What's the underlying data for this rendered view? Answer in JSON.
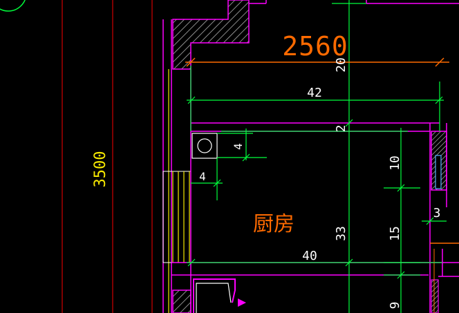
{
  "drawing": {
    "room_label": "厨房",
    "dimensions": {
      "overall_width": "2560",
      "wall_height": "3500",
      "top_offset": "20",
      "inner_width": "42",
      "gap": "2",
      "box_offset_v": "4",
      "box_offset_h": "4",
      "right_upper": "10",
      "right_lower": "15",
      "right_small": "3",
      "room_depth": "33",
      "room_width": "40",
      "bottom_right": "9"
    }
  },
  "colors": {
    "background": "#000000",
    "wall": "#d3369f",
    "wall_outline": "#ff00ff",
    "dimension": "#00ff3c",
    "highlight": "#ff6a00",
    "yellow": "#f6e800",
    "red_line": "#d20000",
    "hatch": "#b8b8b8",
    "text_white": "#ffffff",
    "accent_blue": "#5ab0ff"
  }
}
